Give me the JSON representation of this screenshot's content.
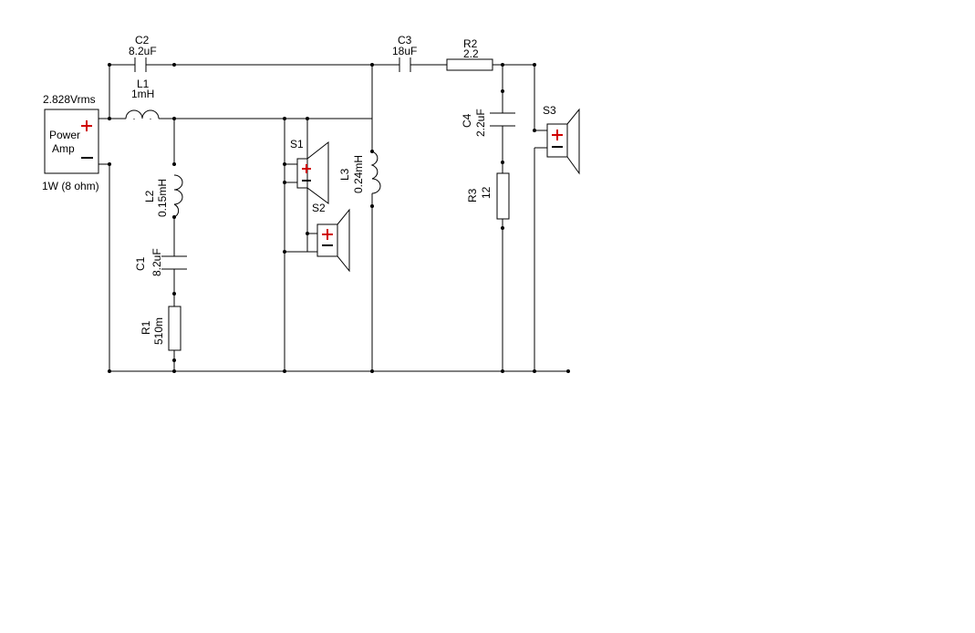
{
  "source": {
    "label_top": "2.828Vrms",
    "name_line1": "Power",
    "name_line2": "Amp",
    "label_bottom": "1W (8 ohm)"
  },
  "components": {
    "C2": {
      "ref": "C2",
      "value": "8.2uF"
    },
    "L1": {
      "ref": "L1",
      "value": "1mH"
    },
    "L2": {
      "ref": "L2",
      "value": "0.15mH"
    },
    "C1": {
      "ref": "C1",
      "value": "8.2uF"
    },
    "R1": {
      "ref": "R1",
      "value": "510m"
    },
    "S1": {
      "ref": "S1"
    },
    "S2": {
      "ref": "S2"
    },
    "L3": {
      "ref": "L3",
      "value": "0.24mH"
    },
    "C3": {
      "ref": "C3",
      "value": "18uF"
    },
    "R2": {
      "ref": "R2",
      "value": "2.2"
    },
    "C4": {
      "ref": "C4",
      "value": "2.2uF"
    },
    "R3": {
      "ref": "R3",
      "value": "12"
    },
    "S3": {
      "ref": "S3"
    }
  },
  "colors": {
    "wire": "#000000",
    "plus_marker": "#d00000"
  },
  "icons": [
    "speaker-icon",
    "inductor-icon",
    "capacitor-icon",
    "resistor-icon"
  ]
}
